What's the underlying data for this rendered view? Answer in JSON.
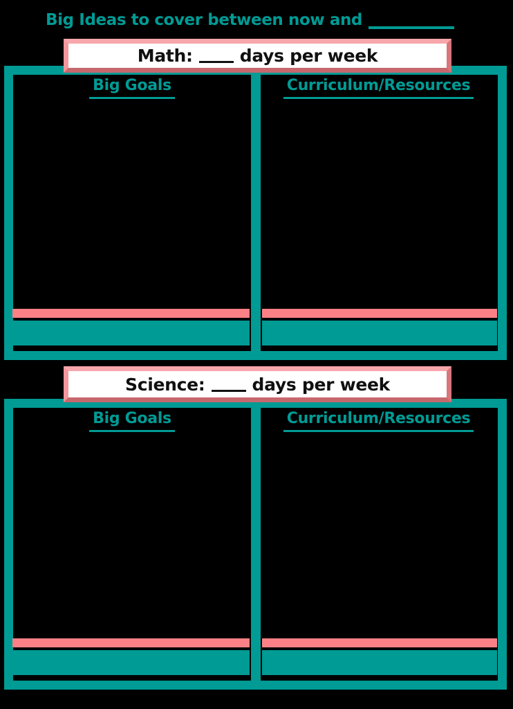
{
  "title": {
    "text": "Big Ideas to cover between now and",
    "blank": "________"
  },
  "colors": {
    "teal": "#009b95",
    "pink": "#fc8186",
    "banner_border": "#ee8187",
    "banner_background": "#ffffff",
    "text": "#101010",
    "background": "#000000"
  },
  "sections": [
    {
      "id": "math",
      "banner": {
        "label": "Math:",
        "blank": "__",
        "suffix": "days per week"
      },
      "columns": [
        {
          "header": "Big Goals"
        },
        {
          "header": "Curriculum/Resources"
        }
      ]
    },
    {
      "id": "science",
      "banner": {
        "label": "Science:",
        "blank": "__",
        "suffix": "days per week"
      },
      "columns": [
        {
          "header": "Big Goals"
        },
        {
          "header": "Curriculum/Resources"
        }
      ]
    }
  ]
}
